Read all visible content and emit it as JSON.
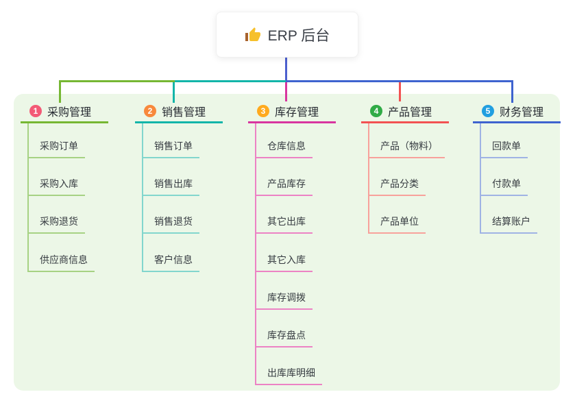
{
  "root": {
    "label": "ERP 后台",
    "icon": "thumbs-up-icon"
  },
  "colors": {
    "panel_bg": "#ecf7e7",
    "root_connector": "#4c5fce",
    "root_box_bg": "#ffffff",
    "root_text": "#3a3f47",
    "thumb_hand": "#f6c02b",
    "thumb_sleeve": "#a8622d"
  },
  "branches": [
    {
      "number": "1",
      "label": "采购管理",
      "badge_color": "#f35a76",
      "color": "#76b733",
      "light_color": "#a6d283",
      "children": [
        "采购订单",
        "采购入库",
        "采购退货",
        "供应商信息"
      ]
    },
    {
      "number": "2",
      "label": "销售管理",
      "badge_color": "#f8893c",
      "color": "#13b5a9",
      "light_color": "#82d6cd",
      "children": [
        "销售订单",
        "销售出库",
        "销售退货",
        "客户信息"
      ]
    },
    {
      "number": "3",
      "label": "库存管理",
      "badge_color": "#ffaa1e",
      "color": "#d8359f",
      "light_color": "#ec82c4",
      "children": [
        "仓库信息",
        "产品库存",
        "其它出库",
        "其它入库",
        "库存调拨",
        "库存盘点",
        "出库库明细"
      ]
    },
    {
      "number": "4",
      "label": "产品管理",
      "badge_color": "#30ab46",
      "color": "#f25252",
      "light_color": "#f8a19b",
      "children": [
        "产品（物料）",
        "产品分类",
        "产品单位"
      ]
    },
    {
      "number": "5",
      "label": "财务管理",
      "badge_color": "#219fe0",
      "color": "#3e63cf",
      "light_color": "#9fb3e4",
      "children": [
        "回款单",
        "付款单",
        "结算账户"
      ]
    }
  ]
}
